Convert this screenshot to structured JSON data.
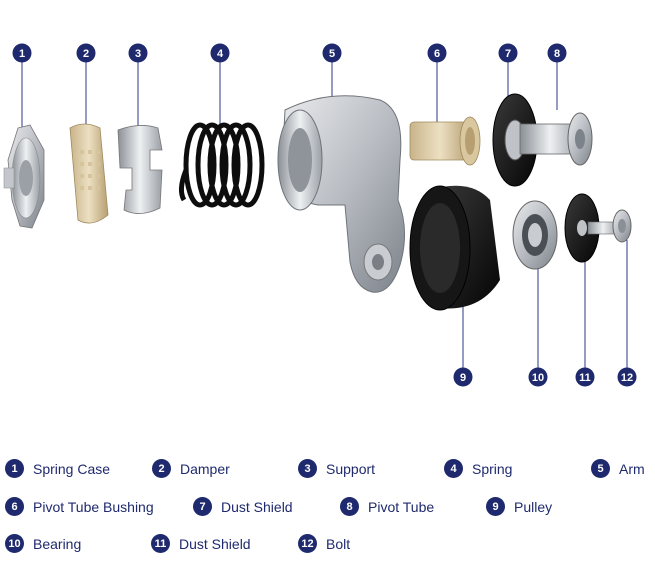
{
  "callouts": [
    "1",
    "2",
    "3",
    "4",
    "5",
    "6",
    "7",
    "8",
    "9",
    "10",
    "11",
    "12"
  ],
  "legend": [
    {
      "num": "1",
      "label": "Spring Case"
    },
    {
      "num": "2",
      "label": "Damper"
    },
    {
      "num": "3",
      "label": "Support"
    },
    {
      "num": "4",
      "label": "Spring"
    },
    {
      "num": "5",
      "label": "Arm"
    },
    {
      "num": "6",
      "label": "Pivot Tube Bushing"
    },
    {
      "num": "7",
      "label": "Dust Shield"
    },
    {
      "num": "8",
      "label": "Pivot Tube"
    },
    {
      "num": "9",
      "label": "Pulley"
    },
    {
      "num": "10",
      "label": "Bearing"
    },
    {
      "num": "11",
      "label": "Dust Shield"
    },
    {
      "num": "12",
      "label": "Bolt"
    }
  ],
  "colors": {
    "accent": "#1f2a6e",
    "leader": "#2b3a8a"
  }
}
